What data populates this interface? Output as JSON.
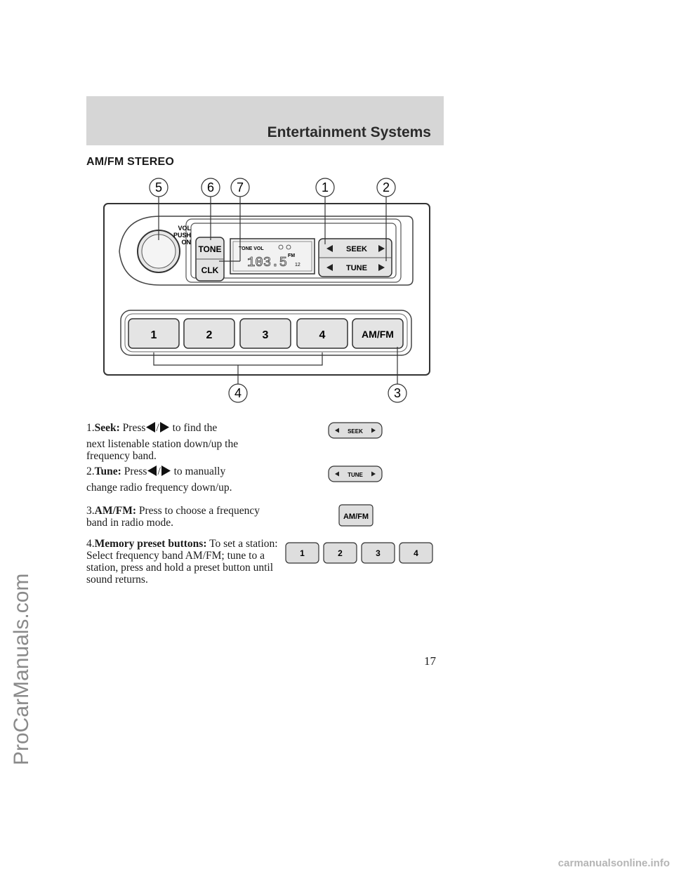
{
  "header": {
    "title": "Entertainment Systems"
  },
  "section": {
    "title": "AM/FM STEREO"
  },
  "diagram": {
    "callouts": [
      "5",
      "6",
      "7",
      "1",
      "2",
      "4",
      "3"
    ],
    "knob_label_lines": [
      "VOL",
      "PUSH",
      "ON"
    ],
    "tone_label": "TONE",
    "clk_label": "CLK",
    "display": {
      "indicators": "TONE VOL",
      "band": "FM",
      "sub": "12",
      "digits": "103.5"
    },
    "seek_label": "SEEK",
    "tune_label": "TUNE",
    "presets": [
      "1",
      "2",
      "3",
      "4"
    ],
    "amfm_label": "AM/FM"
  },
  "items": [
    {
      "num": "1.",
      "heading": "Seek:",
      "press": "Press",
      "slash": "/",
      "rest": "to find the",
      "cont": "next listenable station down/up the frequency band."
    },
    {
      "num": "2.",
      "heading": "Tune:",
      "press": "Press",
      "slash": "/",
      "rest": "to manually",
      "cont": "change radio frequency down/up."
    },
    {
      "num": "3.",
      "heading": "AM/FM:",
      "text": "Press to choose a frequency band in radio mode."
    },
    {
      "num": "4.",
      "heading": "Memory preset buttons:",
      "text": "To set a station: Select frequency band AM/FM; tune to a station, press and hold a preset button until sound returns."
    }
  ],
  "minis": {
    "seek_label": "SEEK",
    "tune_label": "TUNE",
    "amfm_label": "AM/FM",
    "presets": [
      "1",
      "2",
      "3",
      "4"
    ]
  },
  "page_number": "17",
  "watermarks": {
    "left": "ProCarManuals.com",
    "bottom": "carmanualsonline.info"
  }
}
